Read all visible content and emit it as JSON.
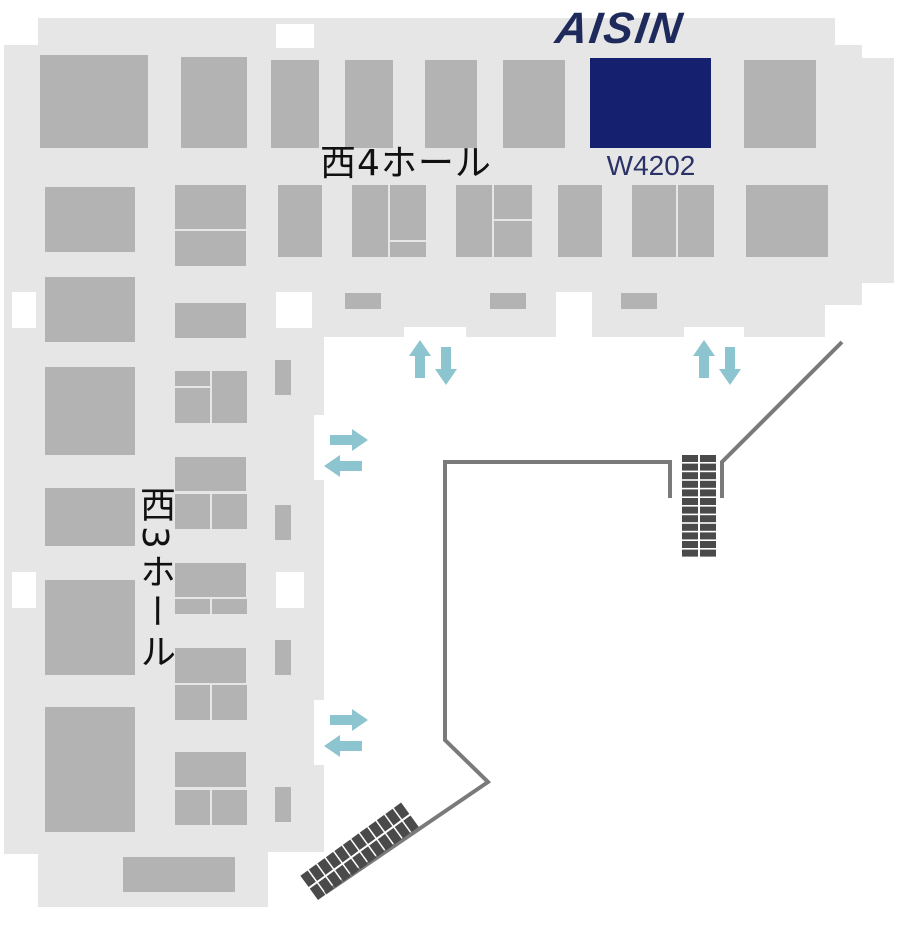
{
  "map": {
    "halls": [
      {
        "name": "西4ホール"
      },
      {
        "name": "西3ホール"
      }
    ],
    "exhibitor": {
      "logo_text": "AISIN",
      "booth_number": "W4202",
      "highlight_color": "#15206f"
    },
    "colors": {
      "floor": "#e6e6e6",
      "booth": "#b3b3b3",
      "arrow": "#8cc4d0",
      "wall": "#7a7a7a"
    }
  }
}
